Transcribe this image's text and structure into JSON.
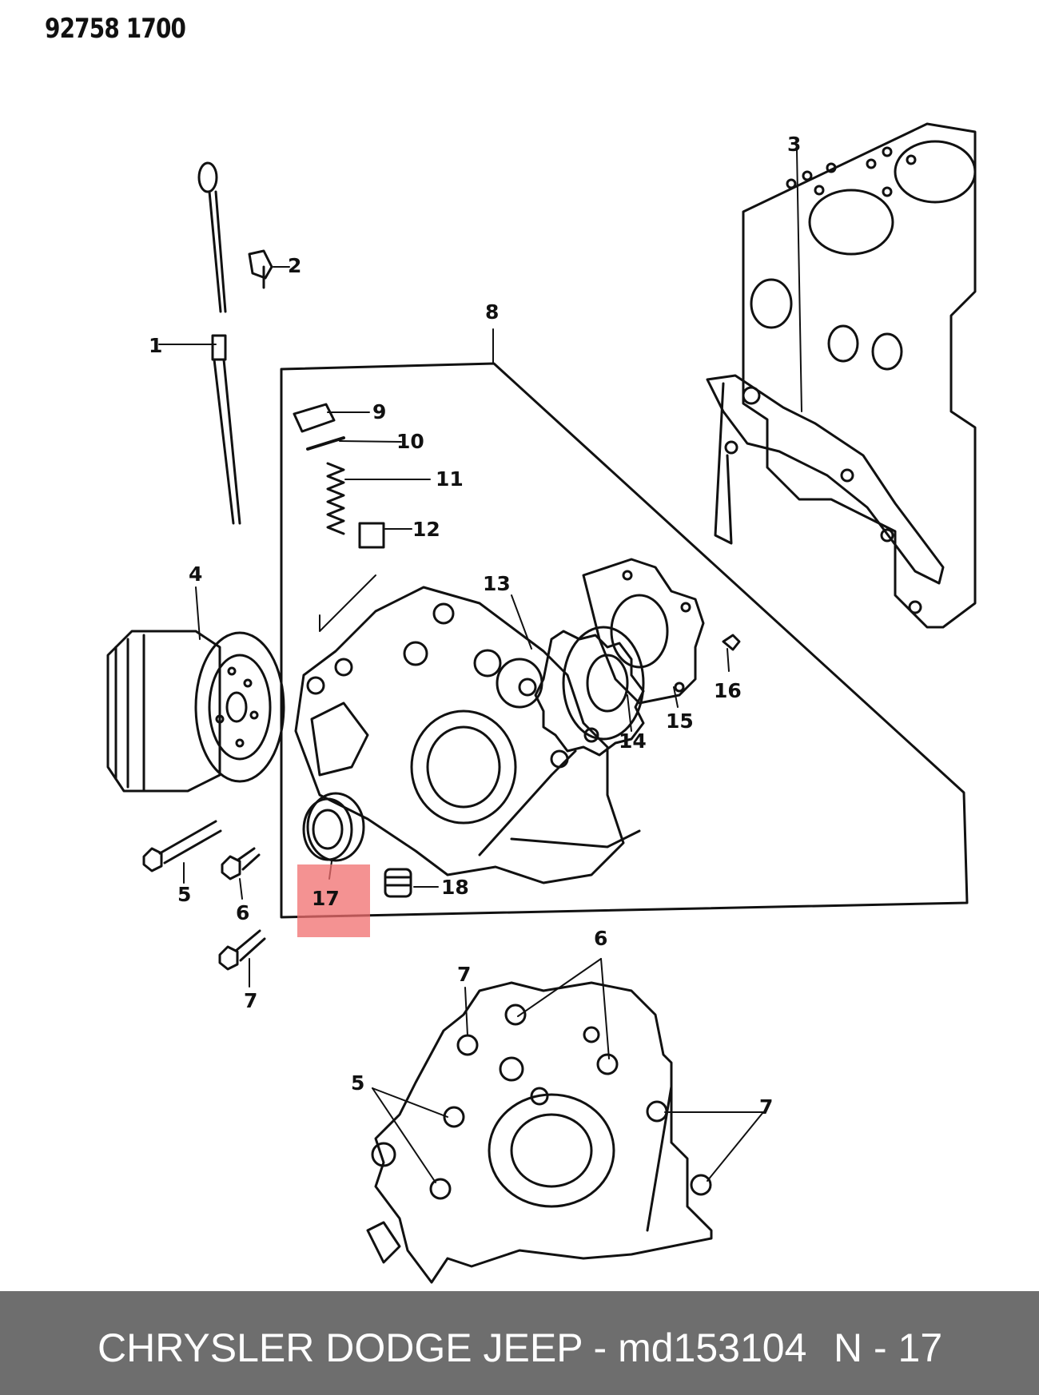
{
  "diagram": {
    "part_code": "92758 1700",
    "callouts": [
      "1",
      "2",
      "3",
      "4",
      "5",
      "6",
      "7",
      "8",
      "9",
      "10",
      "11",
      "12",
      "13",
      "14",
      "15",
      "16",
      "17",
      "18"
    ],
    "detail_callouts": [
      "7",
      "6",
      "5",
      "7"
    ],
    "highlight_color": "#f06e6e"
  },
  "footer": {
    "title": "CHRYSLER DODGE JEEP - md153104",
    "page": "N - 17",
    "background": "#6e6e6e"
  }
}
